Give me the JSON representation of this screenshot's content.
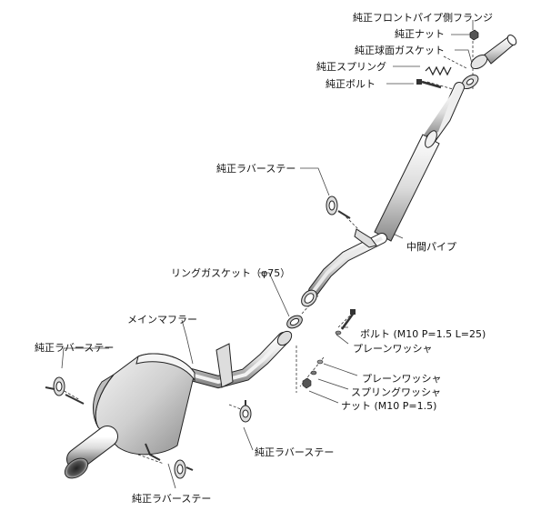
{
  "labels": {
    "front_pipe_flange": "純正フロントパイプ側フランジ",
    "nut_stock": "純正ナット",
    "spherical_gasket": "純正球面ガスケット",
    "spring_stock": "純正スプリング",
    "bolt_stock": "純正ボルト",
    "rubber_stay_top": "純正ラバーステー",
    "center_pipe": "中間パイプ",
    "ring_gasket": "リングガスケット（φ75）",
    "main_muffler": "メインマフラー",
    "rubber_stay_left": "純正ラバーステー",
    "bolt_spec": "ボルト (M10 P=1.5 L=25)",
    "plain_washer_1": "プレーンワッシャ",
    "plain_washer_2": "プレーンワッシャ",
    "spring_washer": "スプリングワッシャ",
    "nut_spec": "ナット (M10 P=1.5)",
    "rubber_stay_mid": "純正ラバーステー",
    "rubber_stay_bottom": "純正ラバーステー"
  }
}
